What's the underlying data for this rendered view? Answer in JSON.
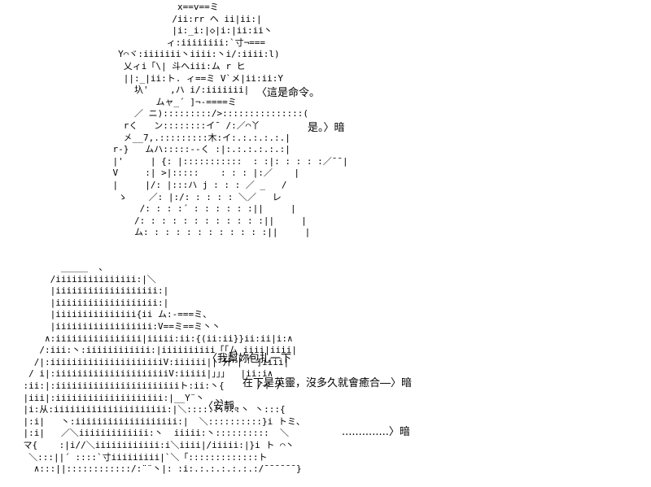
{
  "scene": {
    "top_figure_art": [
      "                x==v==ミ",
      "               /ii:rr ヘ ii|ii:|",
      "               |i:_i:|◇|i:|ii:ii丶",
      "              ィ:iiiiiiii:`寸¬===",
      "     Y⌒ヾ:iiiiiii丶iiii:丶i/:iiii:l)",
      "      乂ィi「\\| 斗へiii:ム r ヒ",
      "      ||:_|ii:ト. ィ==ミ V`メ|ii:ii:Y",
      "        圦'    ,ハ i/:iiiiiii|",
      "            ムャ_´ ]¬-====ミ",
      "        ／ ニ):::::::::/>:::::::::::::::(",
      "      rく   ン::::::::イ¯ /:／⌒丫",
      "      㐅__7,.:::::::::木:イ:.:.:.:.:.|",
      "    r-}   ムハ:::::--く :|:.:.:.:.:.:|",
      "    |'     | {: |:::::::::::  : :|: : : : :／¯¯|",
      "    V     :| >|:::::    : : : |:／    |",
      "    |     |/: |:::ハ j : : : ／ _   /",
      "     ゝ    ／: |:/: : : : : ＼／   レ",
      "         /: : : :´ : : : : : :||     |",
      "        /: : : : : : : : : : : :||     |",
      "        ム: : : : : : : : : : : :||     |"
    ],
    "bottom_figure_art": [
      "           _____  、",
      "         /iiiiiiiiiiiiiii:|＼",
      "         |iiiiiiiiiiiiiiiiiii:|",
      "         |iiiiiiiiiiiiiiiiiii:|",
      "         |iiiiiiiiiiiiiii{ii ム:-===ミ、",
      "         |iiiiiiiiiiiiiiiiii:V==ミ==ミ丶丶",
      "        ∧:iiiiiiiiiiiiiiii|iiiii:ii:{(ii:ii}}ii:ii|i:∧",
      "       /:iii:丶:iiiiiiiiiiii:|iiiiiiiiii「「ム iiii|iiii|",
      "      /|:iiiiiiiiiiiiiiiiiiiiiV:iiiiii|| 廾 |「¨]iiii|",
      "     / i|:iiiiiiiiiiiiiiiiiiiiiV:iiiii|」」」  |ii:i∧",
      "    :ii:|:iiiiiiiiiiiiiiiiiiiiiiiト:ii:丶{      /イ /",
      "    |iii|:iiiiiiiiiiiiiiiiiiii:|__Y¨丶  、、",
      "    |i:从:iiiiiiiiiiiiiiiiiiiii:|＼::::::::::丶 丶:::{",
      "    |:i|   丶:iiiiiiiiiiiiiiiiiii:|  ＼::::::::::}i トミ、",
      "    |:i|   ／＼iiiiiiiiiiiii:丶  iiiii:丶::::::::::  ＼",
      "    マ{    :|i//＼iiiiiiiiiiii:i＼iiii|/iiiii:|}i ト ⌒丶",
      "     ＼:::||´ ::::`寸iiiiiiiii|`＼「:::::::::::::ト",
      "      ∧:::||::::::::::::/:¨¨丶|: :i:.:.:.:.:.:.:/¯¯¯¯¯¯}"
    ],
    "dialogue": [
      "〈這是命令。",
      "是。〉暗",
      "〈我幫妳包扎一下",
      "在下是英靈，沒多久就會癒合―〉暗",
      "〈安靜。",
      "..............〉暗"
    ]
  }
}
